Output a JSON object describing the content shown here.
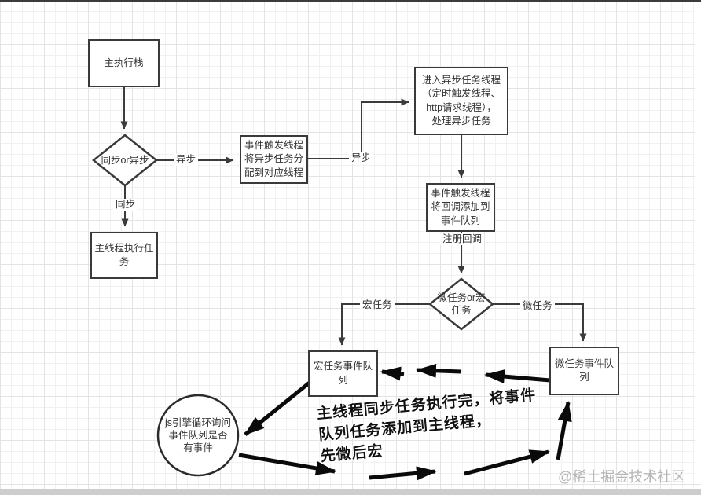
{
  "nodes": {
    "main_stack": {
      "label": "主执行栈"
    },
    "sync_or_async": {
      "label": "同步or异步"
    },
    "event_dispatch": {
      "label": "事件触发线程\n将异步任务分\n配到对应线程"
    },
    "async_thread": {
      "label": "进入异步任务线程\n（定时触发线程、\nhttp请求线程），\n处理异步任务"
    },
    "main_exec": {
      "label": "主线程执行任\n务"
    },
    "event_callback": {
      "label": "事件触发线程\n将回调添加到\n事件队列"
    },
    "micro_or_macro": {
      "label": "微任务or宏\n任务"
    },
    "macro_queue": {
      "label": "宏任务事件队\n列"
    },
    "micro_queue": {
      "label": "微任务事件队\n列"
    },
    "js_engine_loop": {
      "label": "js引擎循环询问\n事件队列是否\n有事件"
    }
  },
  "edge_labels": {
    "async_branch": "异步",
    "sync_branch": "同步",
    "async_to_thread": "异步",
    "register_callback": "注册回调",
    "macro_branch": "宏任务",
    "micro_branch": "微任务"
  },
  "annotation": "主线程同步任务执行完，将事件\n队列任务添加到主线程，\n先微后宏",
  "watermark": "@稀土掘金技术社区",
  "colors": {
    "node_border": "#3a3a3a",
    "connector": "#3b3b3b",
    "hand_arrow": "#0a0a0a",
    "watermark_gray": "#b5b5b5",
    "background": "#ffffff",
    "grid_line": "#e3e3e3"
  }
}
